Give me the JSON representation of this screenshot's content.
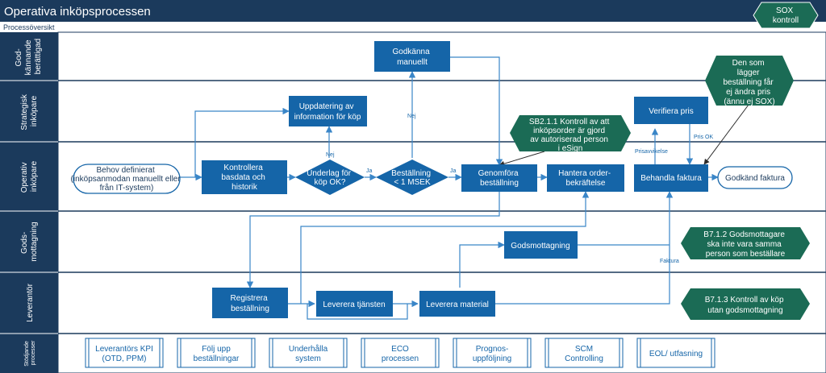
{
  "header": {
    "title": "Operativa inköpsprocessen",
    "subtitle": "Processöversikt",
    "legend_sox": [
      "SOX",
      "kontroll"
    ]
  },
  "lanes": [
    {
      "label": [
        "God-",
        "kännande",
        "berättigad"
      ]
    },
    {
      "label": [
        "Strategisk",
        "inköpare"
      ]
    },
    {
      "label": [
        "Operativ",
        "inköpare"
      ]
    },
    {
      "label": [
        "Gods-",
        "mottagning"
      ]
    },
    {
      "label": [
        "Leverantör"
      ]
    },
    {
      "label": [
        "Stödjande",
        "processer"
      ]
    }
  ],
  "nodes": {
    "start": [
      "Behov definierat",
      "(inköpsanmodan manuellt eller",
      "från IT-system)"
    ],
    "kontrollera": [
      "Kontrollera",
      "basdata och",
      "historik"
    ],
    "underlag": [
      "Underlag för",
      "köp OK?"
    ],
    "bestallning_dec": [
      "Beställning",
      "< 1 MSEK"
    ],
    "genomfora": [
      "Genomföra",
      "beställning"
    ],
    "hantera": [
      "Hantera order-",
      "bekräftelse"
    ],
    "behandla": [
      "Behandla faktura"
    ],
    "godkand": [
      "Godkänd faktura"
    ],
    "uppdatering": [
      "Uppdatering av",
      "information för köp"
    ],
    "godkanna": [
      "Godkänna",
      "manuellt"
    ],
    "verifiera": [
      "Verifiera pris"
    ],
    "godsmottagning": [
      "Godsmottagning"
    ],
    "registrera": [
      "Registrera",
      "beställning"
    ],
    "leverera_tjansten": [
      "Leverera tjänsten"
    ],
    "leverera_material": [
      "Leverera material"
    ]
  },
  "controls": {
    "sb211": [
      "SB2.1.1 Kontroll av att",
      "inköpsorder är gjord",
      "av autoriserad person",
      "i eSign"
    ],
    "pris": [
      "Den som",
      "lägger",
      "beställning får",
      "ej ändra pris",
      "(ännu ej SOX)"
    ],
    "b712": [
      "B7.1.2 Godsmottagare",
      "ska inte vara samma",
      "person som beställare"
    ],
    "b713": [
      "B7.1.3 Kontroll av köp",
      "utan godsmottagning"
    ]
  },
  "edge_labels": {
    "nej1": "Nej",
    "ja1": "Ja",
    "nej2": "Nej",
    "ja2": "Ja",
    "prisavvikelse": "Prisavvikelse",
    "pris_ok": "Pris OK",
    "faktura": "Faktura"
  },
  "support": [
    [
      "Leverantörs KPI",
      "(OTD, PPM)"
    ],
    [
      "Följ upp",
      "beställningar"
    ],
    [
      "Underhålla",
      "system"
    ],
    [
      "ECO",
      "processen"
    ],
    [
      "Prognos-",
      "uppföljning"
    ],
    [
      "SCM",
      "Controlling"
    ],
    [
      "EOL/ utfasning"
    ]
  ],
  "colors": {
    "header_bg": "#1b3a5c",
    "process_blue": "#1565a8",
    "control_green": "#1b6b55",
    "line_blue": "#3a86c8"
  }
}
